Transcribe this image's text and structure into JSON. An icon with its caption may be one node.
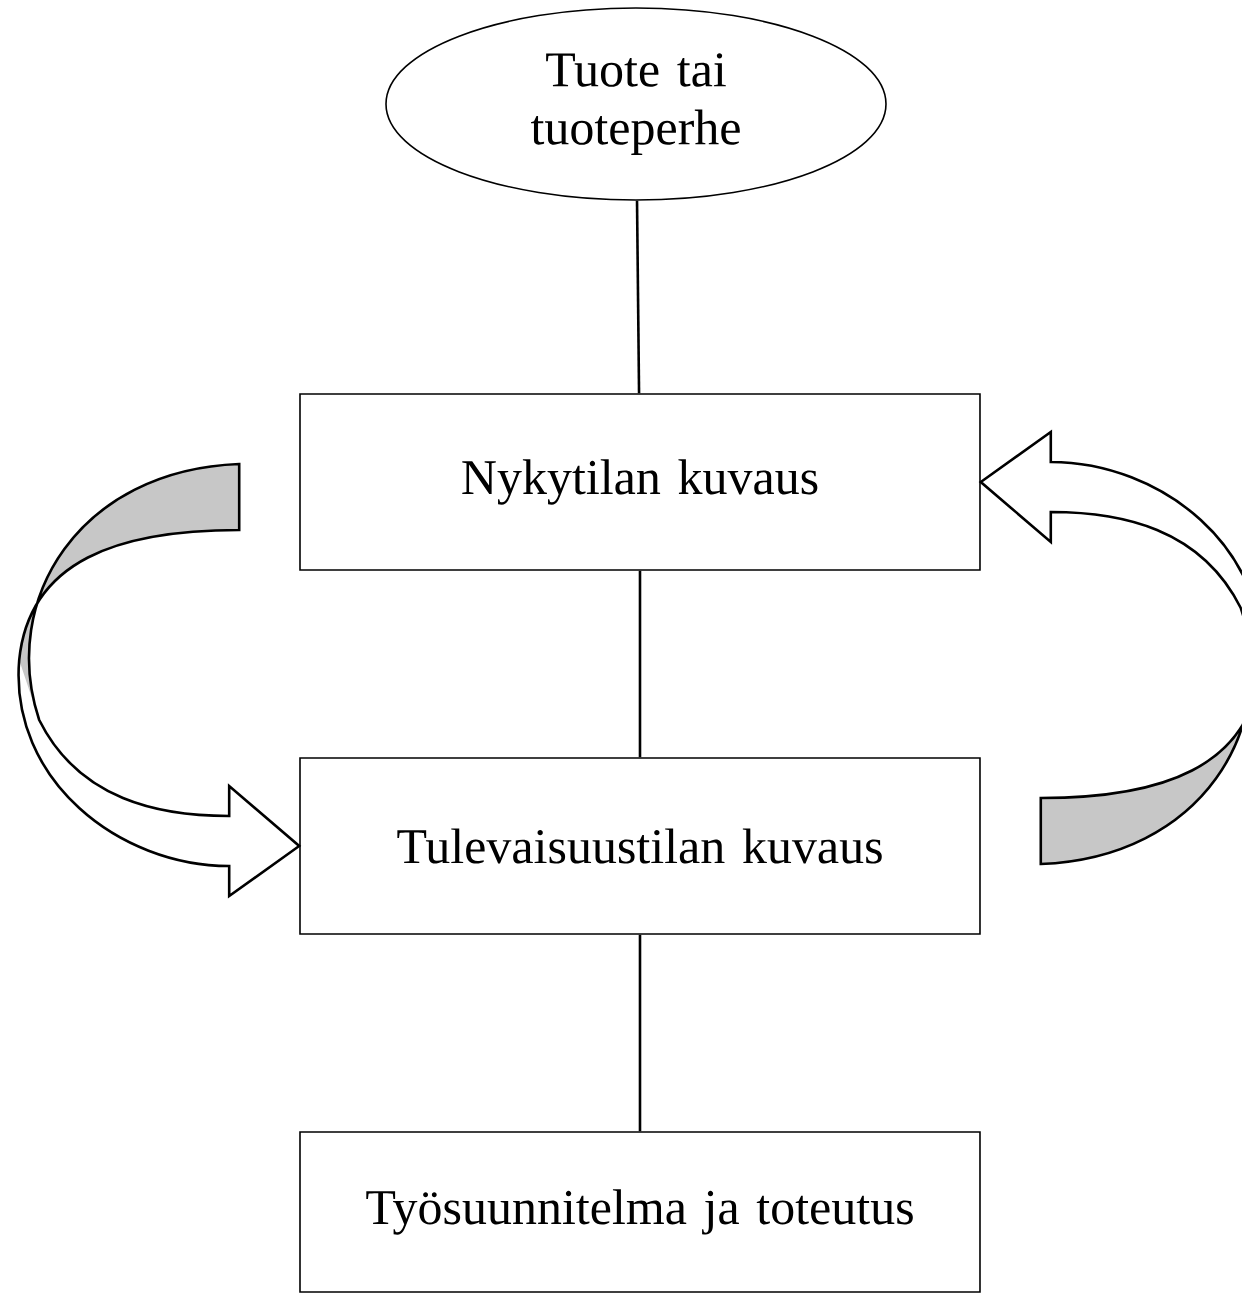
{
  "diagram": {
    "nodes": [
      {
        "text": [
          "Tuote tai tuoteperhe"
        ]
      },
      {
        "text": [
          "Nykytilan kuvaus"
        ]
      },
      {
        "text": [
          "Tulevaisuustilan kuvaus"
        ]
      },
      {
        "text": [
          "Työsuunnitelma ja toteutus"
        ]
      }
    ],
    "edges": [
      {
        "from": 0,
        "to": 1,
        "arrow": "none"
      },
      {
        "from": 1,
        "to": 2,
        "arrow": "none"
      },
      {
        "from": 2,
        "to": 3,
        "arrow": "none"
      },
      {
        "from": 1,
        "to": 2,
        "arrow": "to",
        "style": "thick"
      },
      {
        "from": 2,
        "to": 1,
        "arrow": "to",
        "style": "thick"
      }
    ]
  }
}
